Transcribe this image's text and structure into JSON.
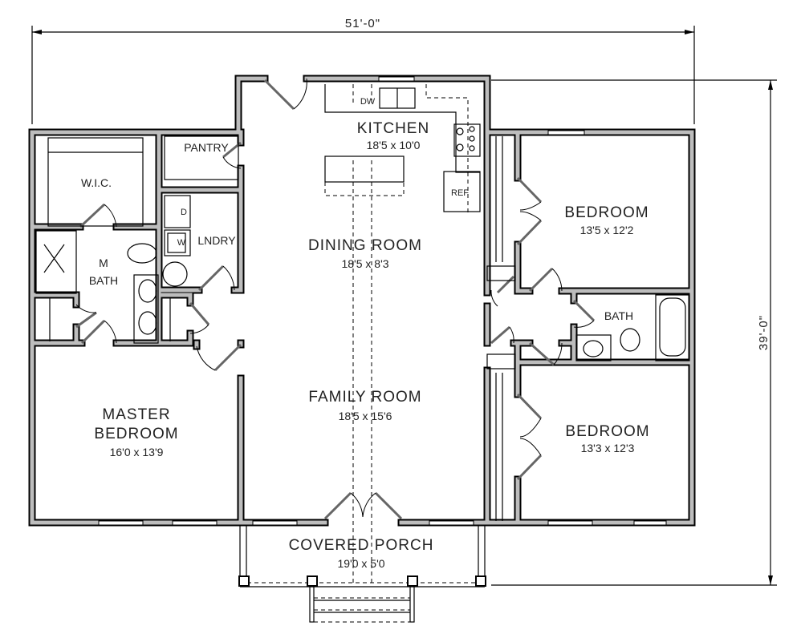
{
  "dimensions": {
    "width": "51'-0\"",
    "depth": "39'-0\""
  },
  "rooms": {
    "kitchen": {
      "name": "KITCHEN",
      "size": "18'5 x 10'0"
    },
    "pantry": {
      "name": "PANTRY"
    },
    "wic": {
      "name": "W.I.C."
    },
    "laundry": {
      "name": "LNDRY",
      "dryer": "D",
      "washer": "W"
    },
    "master_bath": {
      "name_line1": "M",
      "name_line2": "BATH"
    },
    "dining": {
      "name": "DINING ROOM",
      "size": "18'5 x 8'3"
    },
    "bedroom1": {
      "name": "BEDROOM",
      "size": "13'5 x 12'2"
    },
    "bath": {
      "name": "BATH"
    },
    "family": {
      "name": "FAMILY ROOM",
      "size": "18'5 x 15'6"
    },
    "master_bedroom": {
      "name_line1": "MASTER",
      "name_line2": "BEDROOM",
      "size": "16'0 x 13'9"
    },
    "bedroom2": {
      "name": "BEDROOM",
      "size": "13'3 x 12'3"
    },
    "porch": {
      "name": "COVERED PORCH",
      "size": "19'0 x 5'0"
    }
  },
  "fixtures": {
    "dishwasher": "DW",
    "refrigerator": "REF"
  }
}
